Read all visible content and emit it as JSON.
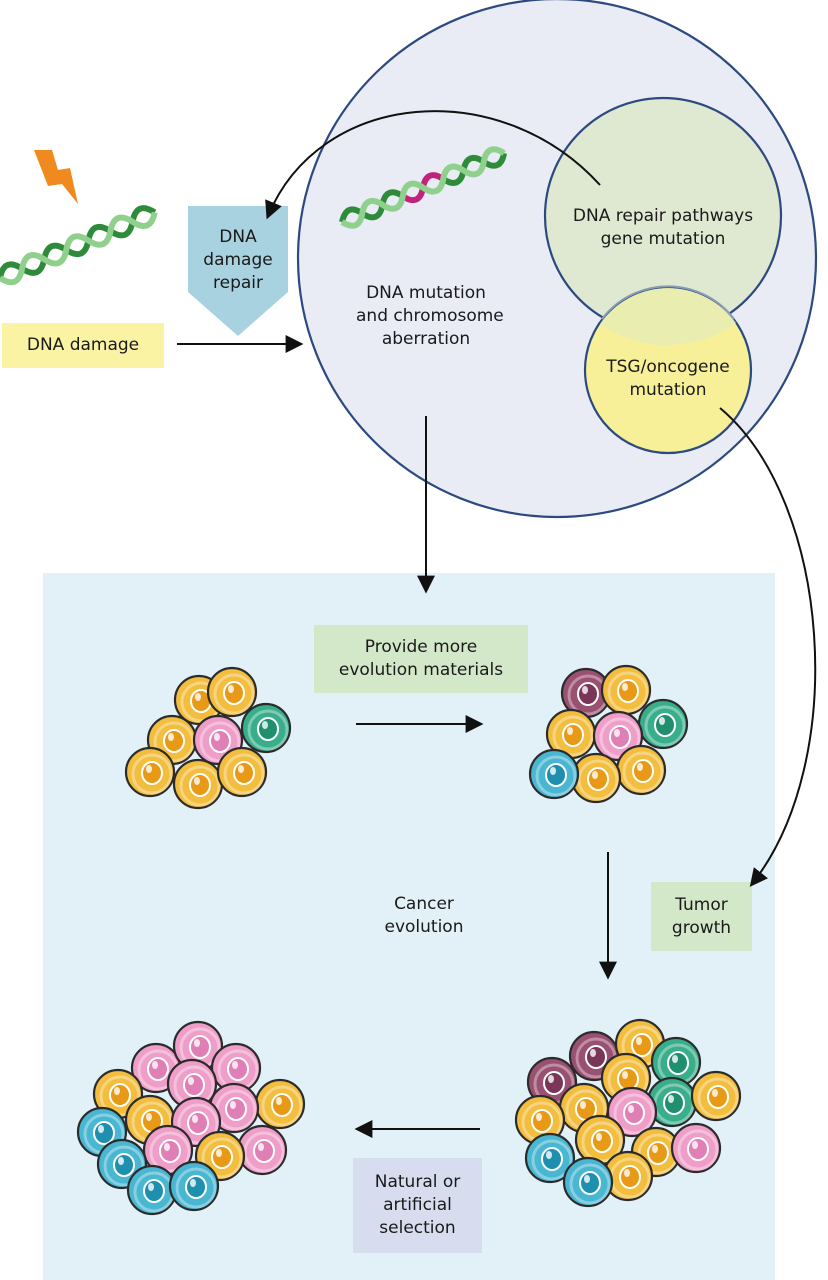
{
  "labels": {
    "dna_damage": "DNA damage",
    "repair_line1": "DNA",
    "repair_line2": "damage",
    "repair_line3": "repair",
    "mutation_line1": "DNA mutation",
    "mutation_line2": "and chromosome",
    "mutation_line3": "aberration",
    "pathways_line1": "DNA repair pathways",
    "pathways_line2": "gene mutation",
    "tsg_line1": "TSG/oncogene",
    "tsg_line2": "mutation",
    "provide_line1": "Provide more",
    "provide_line2": "evolution materials",
    "cancer_line1": "Cancer",
    "cancer_line2": "evolution",
    "tumor_line1": "Tumor",
    "tumor_line2": "growth",
    "selection_line1": "Natural or",
    "selection_line2": "artificial",
    "selection_line3": "selection"
  },
  "colors": {
    "background_panel": "#e2f0f7",
    "big_circle_fill": "#e9ebf5",
    "big_circle_stroke": "#2c4a80",
    "green_circle_fill": "#dfe9d1",
    "yellow_circle_fill": "#f7f099",
    "dna_damage_box": "#fbf3a4",
    "repair_box": "#a9d2e0",
    "provide_box": "#d3e8c8",
    "tumor_box": "#d3e8c8",
    "selection_box": "#d8dcef",
    "cell_yellow": "#f3bd3e",
    "cell_pink": "#ef9ec9",
    "cell_teal": "#39ae8b",
    "cell_blue": "#49b6d2",
    "cell_purple": "#9a5070",
    "lightning": "#f08a1e",
    "dna_green": "#2e8b3a",
    "dna_magenta": "#c2237a"
  },
  "icons": {
    "lightning": "lightning-icon",
    "dna": "dna-helix-icon",
    "cell": "cell-icon"
  }
}
